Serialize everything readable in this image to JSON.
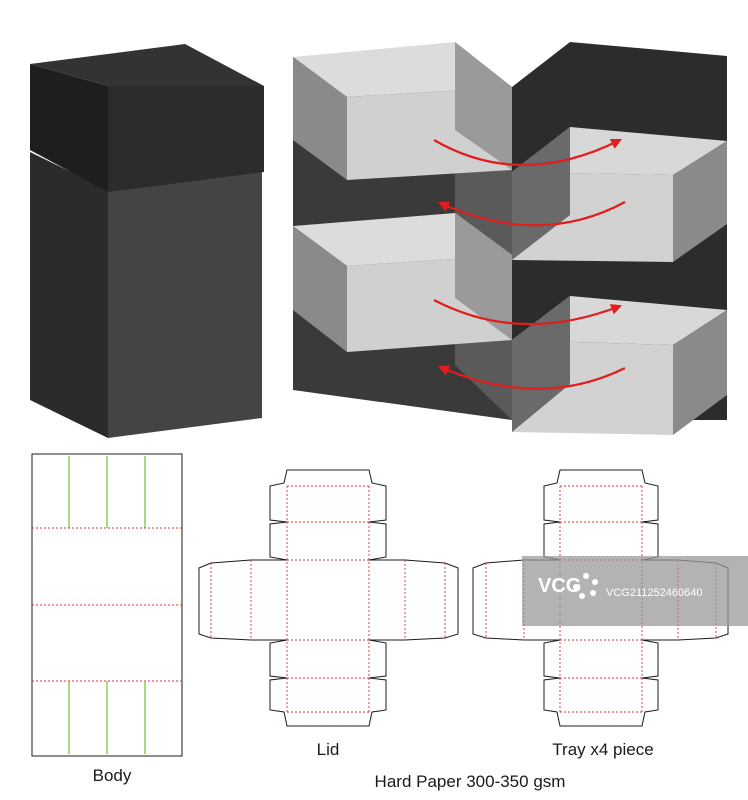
{
  "labels": {
    "body": "Body",
    "lid": "Lid",
    "tray": "Tray x4 piece",
    "material": "Hard Paper 300-350 gsm"
  },
  "watermark": {
    "logo": "VCG",
    "id": "VCG211252460640"
  },
  "colors": {
    "box_dark": "#2d2d2d",
    "box_body": "#434343",
    "tray_light": "#d6d6d6",
    "tray_mid": "#8c8c8c",
    "arrow": "#e21d1d",
    "fold_line": "#d9342b",
    "crease_line": "#6fbf2a"
  },
  "icons": [
    "closed-box-icon",
    "rotation-arrow-icon",
    "dieline-icon"
  ]
}
